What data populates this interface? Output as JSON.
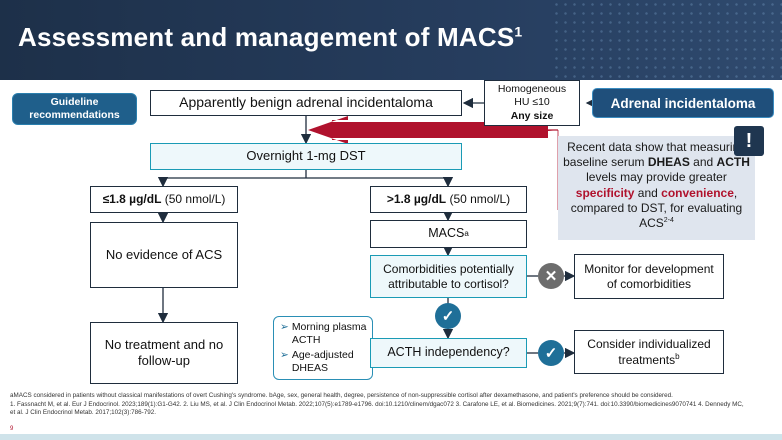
{
  "header": {
    "title": "Assessment and management of MACS",
    "title_sup": "1"
  },
  "badges": {
    "guideline": "Guideline recommendations",
    "adrenal": "Adrenal incidentaloma"
  },
  "hu_box": {
    "line1": "Homogeneous",
    "line2": "HU ≤10",
    "line3": "Any size"
  },
  "flow": {
    "benign": "Apparently benign adrenal incidentaloma",
    "dst": "Overnight 1-mg DST",
    "low_bold": "≤1.8 µg/dL",
    "low_rest": " (50 nmol/L)",
    "high_bold": ">1.8 µg/dL",
    "high_rest": " (50 nmol/L)",
    "no_acs": "No evidence of ACS",
    "macs": "MACS",
    "macs_sup": "a",
    "comorb_q": "Comorbidities potentially attributable to cortisol?",
    "monitor": "Monitor for development of comorbidities",
    "no_treatment": "No treatment and no follow-up",
    "acth_q": "ACTH independency?",
    "consider": "Consider individualized treatments",
    "consider_sup": "b"
  },
  "bubble": {
    "item1": "Morning plasma ACTH",
    "item2": "Age-adjusted DHEAS"
  },
  "callout": {
    "t1": "Recent data show that measuring baseline serum ",
    "b1": "DHEAS",
    "t2": " and ",
    "b2": "ACTH",
    "t3": " levels may provide greater ",
    "r1": "specificity",
    "t4": " and ",
    "r2": "convenience",
    "t5": ", compared to DST, for evaluating ACS",
    "sup": "2-4"
  },
  "footer": {
    "note": "aMACS considered in patients without classical manifestations of overt Cushing's syndrome. bAge, sex, general health, degree, persistence of non-suppressible cortisol after dexamethasone, and patient's preference should be considered.",
    "refs": "1. Fassnacht M, et al. Eur J Endocrinol. 2023;189(1):G1-G42. 2. Liu MS, et al. J Clin Endocrinol Metab. 2022;107(5):e1789-e1796. doi:10.1210/clinem/dgac072 3. Carafone LE, et al. Biomedicines. 2021;9(7):741. doi:10.3390/biomedicines9070741 4. Dennedy MC, et al. J Clin Endocrinol Metab. 2017;102(3):786-792.",
    "page": "9"
  },
  "icons": {
    "check": "check-icon",
    "x": "x-icon",
    "exclamation": "exclamation-icon"
  },
  "colors": {
    "header_bg": "#1d3049",
    "accent_red": "#b0122d",
    "accent_blue": "#1f6f98",
    "cyan_border": "#1a9bb5"
  }
}
